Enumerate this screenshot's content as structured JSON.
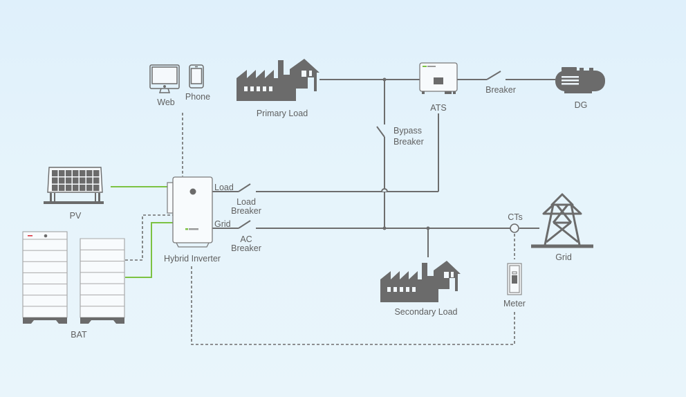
{
  "diagram": {
    "title": "Hybrid inverter system wiring",
    "colors": {
      "line": "#6d6d6d",
      "dc_link": "#7cc242",
      "icon": "#6b6b6b",
      "text": "#5f5f5f",
      "brand": "#7cc242"
    },
    "nodes": {
      "web": {
        "label": "Web",
        "icon": "monitor-icon"
      },
      "phone": {
        "label": "Phone",
        "icon": "smartphone-icon"
      },
      "primary_load": {
        "label": "Primary Load",
        "icon": "factory-house-icon"
      },
      "ats": {
        "label": "ATS",
        "icon": "ats-box-icon"
      },
      "dg": {
        "label": "DG",
        "icon": "diesel-generator-icon"
      },
      "pv": {
        "label": "PV",
        "icon": "solar-panel-icon"
      },
      "bat": {
        "label": "BAT",
        "icon": "battery-stack-icon"
      },
      "hybrid_inverter": {
        "label": "Hybrid Inverter",
        "icon": "inverter-icon"
      },
      "secondary_load": {
        "label": "Secondary Load",
        "icon": "factory-house-icon"
      },
      "grid": {
        "label": "Grid",
        "icon": "transmission-tower-icon"
      },
      "meter": {
        "label": "Meter",
        "icon": "meter-icon"
      },
      "cts": {
        "label": "CTs",
        "icon": "ct-ring-icon"
      }
    },
    "ports": {
      "load": "Load",
      "grid": "Grid"
    },
    "breakers": {
      "breaker": "Breaker",
      "bypass_line1": "Bypass",
      "bypass_line2": "Breaker",
      "load_line1": "Load",
      "load_line2": "Breaker",
      "ac_line1": "AC",
      "ac_line2": "Breaker"
    },
    "connections": [
      {
        "from": "pv",
        "to": "hybrid_inverter",
        "type": "dc"
      },
      {
        "from": "bat",
        "to": "hybrid_inverter",
        "type": "dc"
      },
      {
        "from": "bat",
        "to": "hybrid_inverter",
        "type": "communication"
      },
      {
        "from": "web",
        "to": "hybrid_inverter",
        "type": "communication"
      },
      {
        "from": "hybrid_inverter",
        "to": "meter",
        "type": "communication"
      },
      {
        "from": "cts",
        "to": "meter",
        "type": "communication"
      },
      {
        "from": "hybrid_inverter",
        "to": "ats",
        "via": "load_breaker",
        "type": "ac"
      },
      {
        "from": "hybrid_inverter",
        "to": "grid",
        "via": "ac_breaker",
        "type": "ac"
      },
      {
        "from": "primary_load",
        "to": "ats",
        "type": "ac"
      },
      {
        "from": "ats",
        "to": "dg",
        "via": "breaker",
        "type": "ac"
      },
      {
        "from": "primary_load",
        "to": "grid",
        "via": "bypass_breaker",
        "type": "ac"
      },
      {
        "from": "secondary_load",
        "to": "grid",
        "type": "ac"
      }
    ]
  }
}
